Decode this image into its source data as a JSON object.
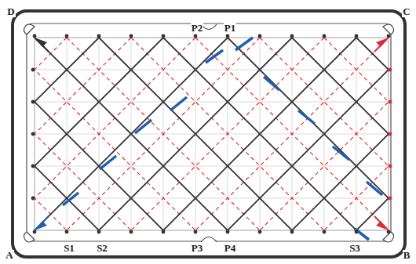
{
  "diagram": {
    "labels": [
      "D",
      "C",
      "A",
      "B",
      "P2",
      "P1",
      "P3",
      "P4",
      "S1",
      "S2",
      "S3"
    ]
  }
}
